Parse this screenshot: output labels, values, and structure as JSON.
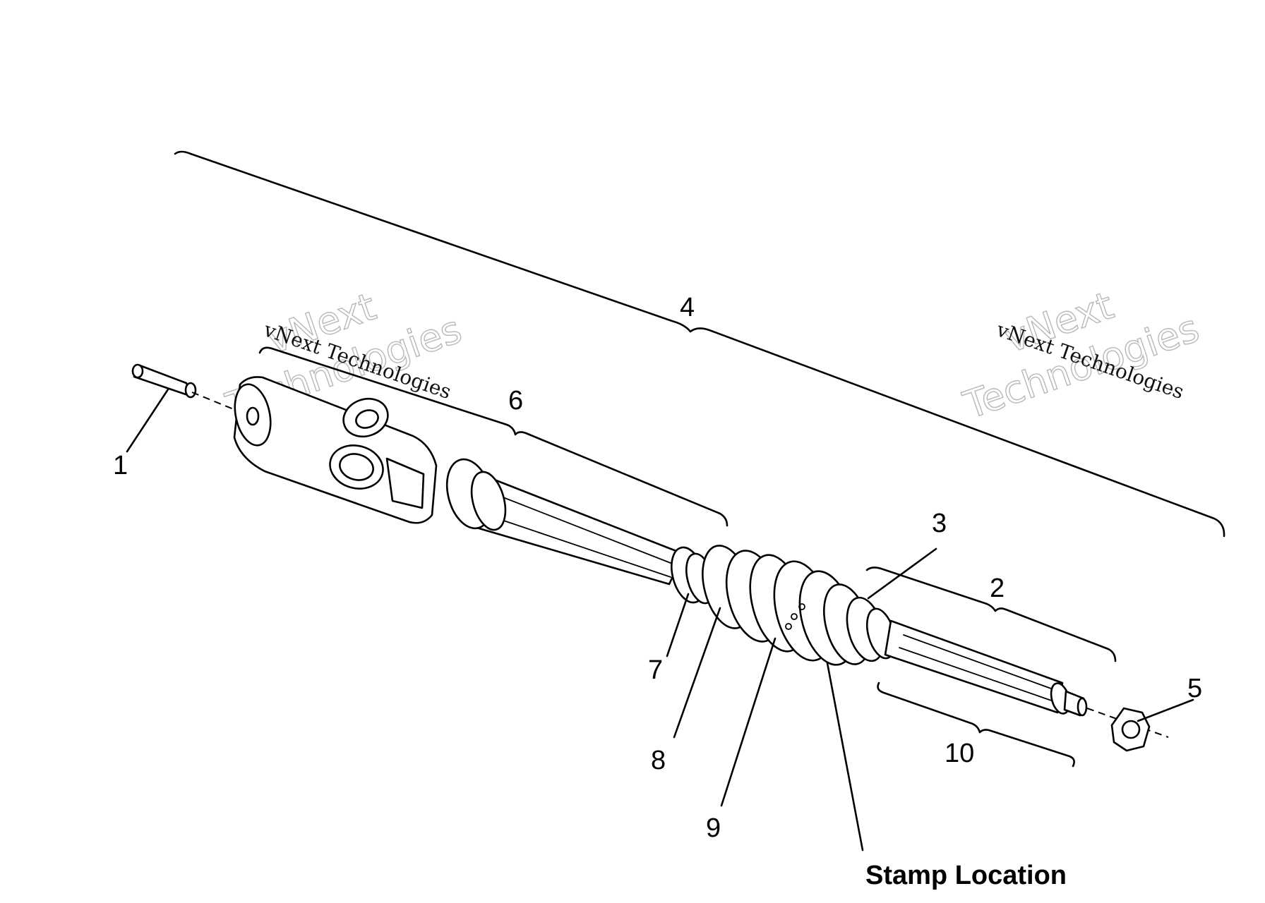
{
  "callouts": {
    "c1": "1",
    "c2": "2",
    "c3": "3",
    "c4": "4",
    "c5": "5",
    "c6": "6",
    "c7": "7",
    "c8": "8",
    "c9": "9",
    "c10": "10"
  },
  "stamp_label": "Stamp Location",
  "watermark": {
    "small": "vNext Technologies",
    "big_line1": "vNext",
    "big_line2": "Technologies"
  }
}
